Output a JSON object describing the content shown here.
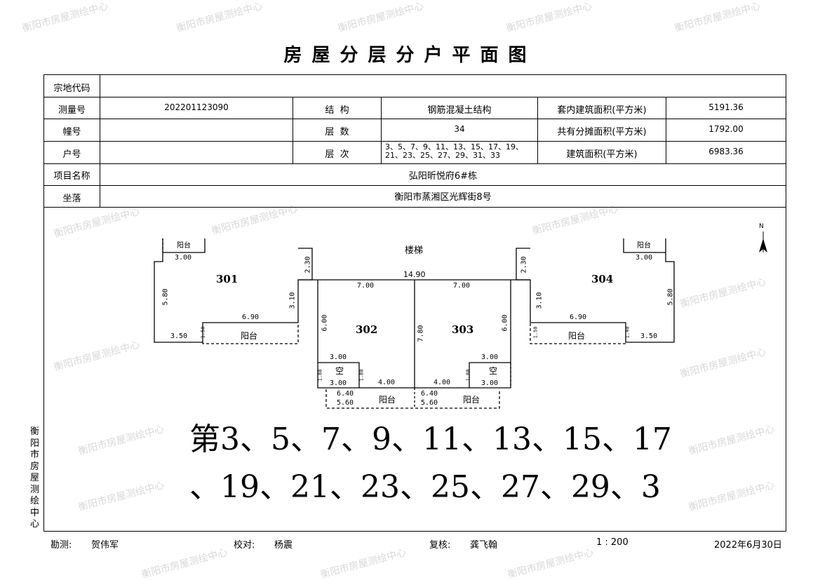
{
  "title": "房屋分层分户平面图",
  "watermark": "衡阳市房屋测绘中心",
  "table": {
    "parcel_code_label": "宗地代码",
    "parcel_code": "",
    "survey_no_label": "测量号",
    "survey_no": "202201123090",
    "structure_label": "结  构",
    "structure": "钢筋混凝土结构",
    "inner_area_label": "套内建筑面积(平方米)",
    "inner_area": "5191.36",
    "building_no_label": "幢号",
    "building_no": "",
    "floors_label": "层  数",
    "floors": "34",
    "shared_area_label": "共有分摊面积(平方米)",
    "shared_area": "1792.00",
    "unit_no_label": "户号",
    "unit_no": "",
    "floor_list_label": "层  次",
    "floor_list": "3、5、7、9、11、13、15、17、19、21、23、25、27、29、31、33",
    "building_area_label": "建筑面积(平方米)",
    "building_area": "6983.36",
    "project_label": "项目名称",
    "project": "弘阳昕悦府6#栋",
    "location_label": "坐落",
    "location": "衡阳市蒸湘区光辉街8号"
  },
  "plan": {
    "north": "N",
    "stair": "楼梯",
    "stair_width": "14.90",
    "units": [
      "301",
      "302",
      "303",
      "304"
    ],
    "balcony": "阳台",
    "void": "空",
    "dims": {
      "d300": "3.00",
      "d580": "5.80",
      "d350": "3.50",
      "d690": "6.90",
      "d310": "3.10",
      "d230": "2.30",
      "d700": "7.00",
      "d600": "6.00",
      "d780": "7.80",
      "d400": "4.00",
      "d640": "6.40",
      "d560": "5.60",
      "d180": "1.80",
      "d150": "1.50",
      "d140": "1.40"
    },
    "floor_caption_line1": "第3、5、7、9、11、13、15、17",
    "floor_caption_line2": "、19、21、23、25、27、29、3"
  },
  "side_org": "衡阳市房屋测绘中心",
  "footer": {
    "surveyor_label": "勘测:",
    "surveyor": "贺伟军",
    "checker_label": "校对:",
    "checker": "杨震",
    "reviewer_label": "复核:",
    "reviewer": "龚飞翰",
    "scale": "1 : 200",
    "date": "2022年6月30日"
  }
}
